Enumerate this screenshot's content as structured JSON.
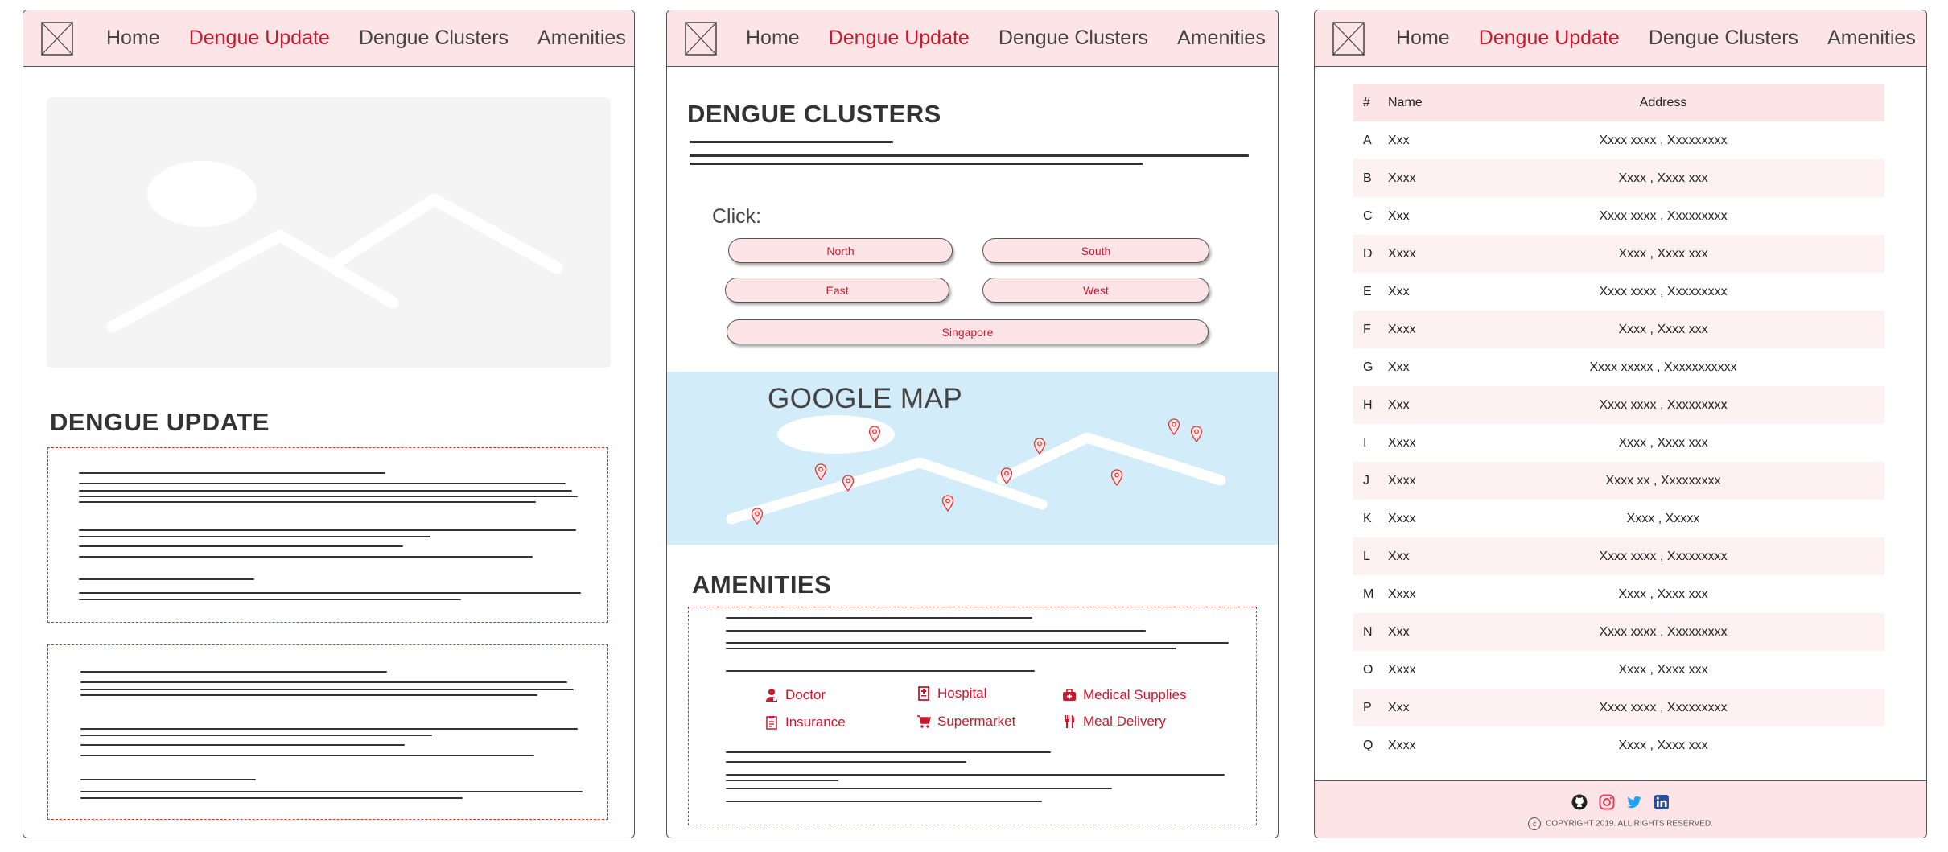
{
  "nav": {
    "home": "Home",
    "dengue_update": "Dengue Update",
    "dengue_clusters": "Dengue Clusters",
    "amenities": "Amenities",
    "active_color": "#c8192e"
  },
  "page1": {
    "section_title": "DENGUE UPDATE",
    "hero_image": "image-placeholder"
  },
  "page2": {
    "section_title": "DENGUE CLUSTERS",
    "click_label": "Click:",
    "regions": {
      "north": "North",
      "south": "South",
      "east": "East",
      "west": "West",
      "singapore": "Singapore"
    },
    "map_title": "GOOGLE MAP",
    "amenities_title": "AMENITIES",
    "amenities": {
      "doctor": "Doctor",
      "hospital": "Hospital",
      "medical_supplies": "Medical Supplies",
      "insurance": "Insurance",
      "supermarket": "Supermarket",
      "meal_delivery": "Meal Delivery"
    }
  },
  "page3": {
    "table": {
      "headers": {
        "num": "#",
        "name": "Name",
        "address": "Address"
      },
      "rows": [
        {
          "num": "A",
          "name": "Xxx",
          "address": "Xxxx xxxx , Xxxxxxxxx"
        },
        {
          "num": "B",
          "name": "Xxxx",
          "address": "Xxxx , Xxxx xxx"
        },
        {
          "num": "C",
          "name": "Xxx",
          "address": "Xxxx xxxx , Xxxxxxxxx"
        },
        {
          "num": "D",
          "name": "Xxxx",
          "address": "Xxxx , Xxxx xxx"
        },
        {
          "num": "E",
          "name": "Xxx",
          "address": "Xxxx xxxx , Xxxxxxxxx"
        },
        {
          "num": "F",
          "name": "Xxxx",
          "address": "Xxxx , Xxxx xxx"
        },
        {
          "num": "G",
          "name": "Xxx",
          "address": "Xxxx xxxxx , Xxxxxxxxxxx"
        },
        {
          "num": "H",
          "name": "Xxx",
          "address": "Xxxx xxxx , Xxxxxxxxx"
        },
        {
          "num": "I",
          "name": "Xxxx",
          "address": "Xxxx , Xxxx xxx"
        },
        {
          "num": "J",
          "name": "Xxxx",
          "address": "Xxxx xx , Xxxxxxxxx"
        },
        {
          "num": "K",
          "name": "Xxxx",
          "address": "Xxxx , Xxxxx"
        },
        {
          "num": "L",
          "name": "Xxx",
          "address": "Xxxx xxxx , Xxxxxxxxx"
        },
        {
          "num": "M",
          "name": "Xxxx",
          "address": "Xxxx , Xxxx xxx"
        },
        {
          "num": "N",
          "name": "Xxx",
          "address": "Xxxx xxxx , Xxxxxxxxx"
        },
        {
          "num": "O",
          "name": "Xxxx",
          "address": "Xxxx , Xxxx xxx"
        },
        {
          "num": "P",
          "name": "Xxx",
          "address": "Xxxx xxxx , Xxxxxxxxx"
        },
        {
          "num": "Q",
          "name": "Xxxx",
          "address": "Xxxx , Xxxx xxx"
        }
      ]
    },
    "footer": {
      "social_icons": [
        "github-icon",
        "instagram-icon",
        "twitter-icon",
        "linkedin-icon"
      ],
      "copyright_symbol": "c",
      "copyright": "COPYRIGHT 2019. ALL RIGHTS RESERVED."
    }
  },
  "colors": {
    "nav_bg": "#fde4e6",
    "accent": "#c8192e",
    "map_bg": "#d3ecfa",
    "row_alt": "#fdf1f2"
  }
}
